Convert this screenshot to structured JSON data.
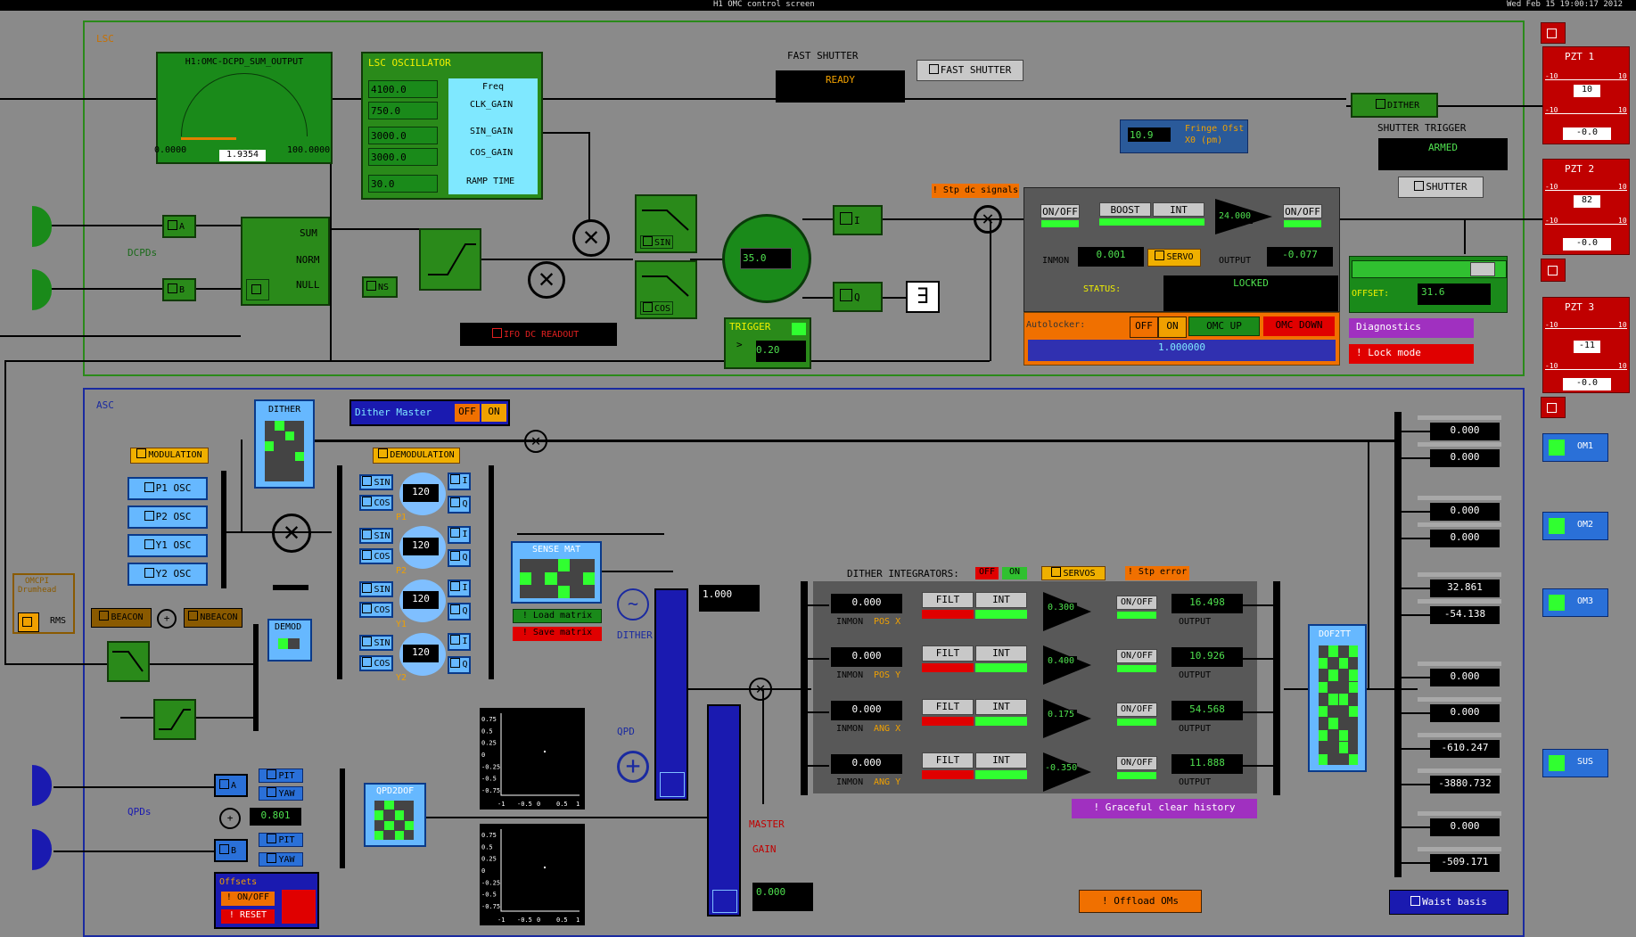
{
  "window": {
    "title": "H1 OMC control screen",
    "time": "Wed Feb 15 19:00:17 2012"
  },
  "lsc": {
    "title": "LSC",
    "meter": {
      "title": "H1:OMC-DCPD_SUM_OUTPUT",
      "min": "0.0000",
      "max": "100.0000",
      "value": "1.9354"
    },
    "osc": {
      "title": "LSC OSCILLATOR",
      "freq": "4100.0",
      "clk_gain": "750.0",
      "sin_gain": "3000.0",
      "cos_gain": "3000.0",
      "ramp": "30.0",
      "labels": [
        "Freq",
        "CLK_GAIN",
        "SIN_GAIN",
        "COS_GAIN",
        "RAMP TIME"
      ]
    },
    "fast_shutter": {
      "label": "FAST SHUTTER",
      "status": "READY",
      "button": "FAST SHUTTER"
    },
    "dither_btn": "DITHER",
    "shutter_trigger": {
      "label": "SHUTTER TRIGGER",
      "status": "ARMED",
      "button": "SHUTTER"
    },
    "fringe": {
      "value": "10.9",
      "label1": "Fringe Ofst",
      "label2": "X0 (pm)"
    },
    "dcpds_label": "DCPDs",
    "dcpd_a": "A",
    "dcpd_b": "B",
    "sum": "SUM",
    "norm": "NORM",
    "null": "NULL",
    "ns": "NS",
    "ifo_dc": "IFO DC READOUT",
    "sin": "SIN",
    "cos": "COS",
    "phase": "35.0",
    "i": "I",
    "q": "Q",
    "trigger": {
      "label": "TRIGGER",
      "value": "0.20"
    },
    "stp_dc": "! Stp dc signals",
    "servo": {
      "onoff1": "ON/OFF",
      "boost": "BOOST",
      "int": "INT",
      "inmon_label": "INMON",
      "inmon": "0.001",
      "servo": "SERVO",
      "output_label": "OUTPUT",
      "output": "-0.077",
      "gain": "24.000",
      "onoff2": "ON/OFF",
      "status_label": "STATUS:",
      "status": "LOCKED"
    },
    "autolocker": {
      "label": "Autolocker:",
      "off": "OFF",
      "on": "ON",
      "up": "OMC UP",
      "down": "OMC DOWN",
      "value": "1.000000"
    },
    "offset": {
      "label": "OFFSET:",
      "value": "31.6"
    },
    "diagnostics": "Diagnostics",
    "lock_mode": "! Lock mode"
  },
  "pzt": [
    {
      "title": "PZT 1",
      "min": "-10",
      "max": "10",
      "set": "10",
      "value": "-0.0"
    },
    {
      "title": "PZT 2",
      "min": "-10",
      "max": "10",
      "set": "82",
      "value": "-0.0"
    },
    {
      "title": "PZT 3",
      "min": "-10",
      "max": "10",
      "set": "-11",
      "value": "-0.0"
    }
  ],
  "asc": {
    "title": "ASC",
    "dither": "DITHER",
    "dither_master": "Dither Master",
    "off": "OFF",
    "on": "ON",
    "modulation": "MODULATION",
    "demodulation": "DEMODULATION",
    "osc": [
      "P1 OSC",
      "P2 OSC",
      "Y1 OSC",
      "Y2 OSC"
    ],
    "demod_rows": [
      {
        "sin": "SIN",
        "cos": "COS",
        "phase": "120",
        "tag": "P1"
      },
      {
        "sin": "SIN",
        "cos": "COS",
        "phase": "120",
        "tag": "P2"
      },
      {
        "sin": "SIN",
        "cos": "COS",
        "phase": "120",
        "tag": "Y1"
      },
      {
        "sin": "SIN",
        "cos": "COS",
        "phase": "120",
        "tag": "Y2"
      }
    ],
    "iq": [
      "I",
      "Q"
    ],
    "sense_mat": "SENSE MAT",
    "load_matrix": "! Load matrix",
    "save_matrix": "! Save matrix",
    "omcpi": {
      "line1": "OMCPI",
      "line2": "Drumhead",
      "rms": "RMS"
    },
    "beacon": "BEACON",
    "nbeacon": "NBEACON",
    "demod": "DEMOD",
    "dither_label": "DITHER",
    "qpd_label": "QPD",
    "dither_value": "1.000",
    "master_gain": {
      "line1": "MASTER",
      "line2": "GAIN",
      "value": "0.000"
    },
    "qpds_label": "QPDs",
    "qpd_a": "A",
    "qpd_b": "B",
    "pit": "PIT",
    "yaw": "YAW",
    "qpd_sum": "0.801",
    "qpd2dof": "QPD2DOF",
    "offsets": {
      "label": "Offsets",
      "onoff": "! ON/OFF",
      "reset": "! RESET"
    },
    "integrators_label": "DITHER INTEGRATORS:",
    "int_off": "OFF",
    "int_on": "ON",
    "servos": "SERVOS",
    "stp_error": "! Stp error",
    "int_rows": [
      {
        "inmon": "0.000",
        "name": "POS X",
        "gain": "0.300",
        "output": "16.498"
      },
      {
        "inmon": "0.000",
        "name": "POS Y",
        "gain": "0.400",
        "output": "10.926"
      },
      {
        "inmon": "0.000",
        "name": "ANG X",
        "gain": "0.175",
        "output": "54.568"
      },
      {
        "inmon": "0.000",
        "name": "ANG Y",
        "gain": "-0.350",
        "output": "11.888"
      }
    ],
    "filt": "FILT",
    "int": "INT",
    "onoff": "ON/OFF",
    "inmon_label": "INMON",
    "output_label": "OUTPUT",
    "graceful": "! Graceful clear history",
    "offload": "! Offload OMs",
    "dof2tt": "DOF2TT",
    "qpd_plot_ticks": [
      "0.75",
      "0.5",
      "0.25",
      "0",
      "-0.25",
      "-0.5",
      "-0.75"
    ],
    "qpd_plot_xticks": [
      "-1",
      "-0.5",
      "0",
      "0.5",
      "1"
    ],
    "outs": [
      "0.000",
      "0.000",
      "0.000",
      "0.000",
      "32.861",
      "-54.138",
      "0.000",
      "0.000",
      "-610.247",
      "-3880.732",
      "0.000",
      "-509.171"
    ],
    "om": [
      "OM1",
      "OM2",
      "OM3",
      "SUS"
    ],
    "waist": "Waist basis"
  }
}
